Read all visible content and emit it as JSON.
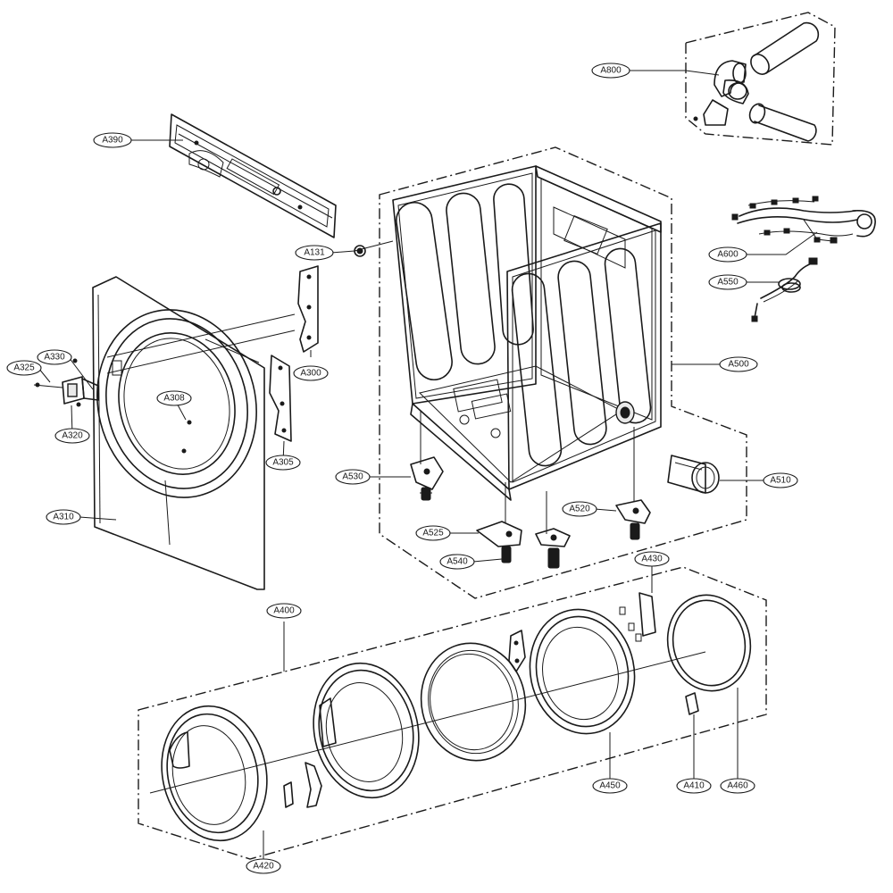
{
  "callouts": [
    {
      "id": "A800",
      "label": "A800"
    },
    {
      "id": "A390",
      "label": "A390"
    },
    {
      "id": "A131",
      "label": "A131"
    },
    {
      "id": "A600",
      "label": "A600"
    },
    {
      "id": "A550",
      "label": "A550"
    },
    {
      "id": "A500",
      "label": "A500"
    },
    {
      "id": "A330",
      "label": "A330"
    },
    {
      "id": "A325",
      "label": "A325"
    },
    {
      "id": "A300",
      "label": "A300"
    },
    {
      "id": "A308",
      "label": "A308"
    },
    {
      "id": "A320",
      "label": "A320"
    },
    {
      "id": "A305",
      "label": "A305"
    },
    {
      "id": "A530",
      "label": "A530"
    },
    {
      "id": "A510",
      "label": "A510"
    },
    {
      "id": "A310",
      "label": "A310"
    },
    {
      "id": "A520",
      "label": "A520"
    },
    {
      "id": "A525",
      "label": "A525"
    },
    {
      "id": "A540",
      "label": "A540"
    },
    {
      "id": "A430",
      "label": "A430"
    },
    {
      "id": "A400",
      "label": "A400"
    },
    {
      "id": "A450",
      "label": "A450"
    },
    {
      "id": "A410",
      "label": "A410"
    },
    {
      "id": "A460",
      "label": "A460"
    },
    {
      "id": "A420",
      "label": "A420"
    }
  ],
  "colors": {
    "line": "#1a1a1a",
    "background": "#ffffff",
    "shade": "#e9e9e9"
  }
}
